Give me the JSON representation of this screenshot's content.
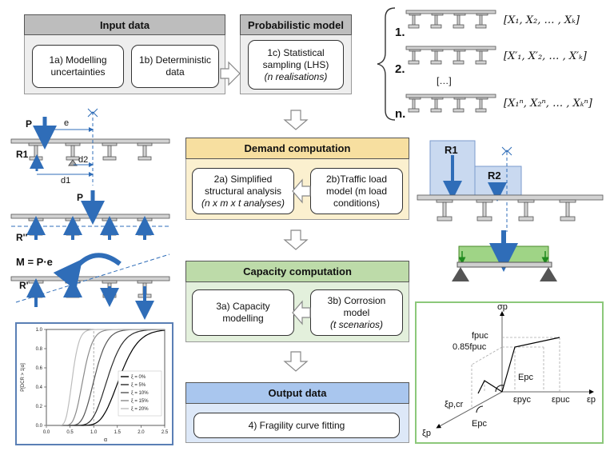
{
  "input": {
    "header": "Input data",
    "box_a": "1a) Modelling uncertainties",
    "box_b": "1b) Deterministic data"
  },
  "probabilistic": {
    "header": "Probabilistic model",
    "box_c_1": "1c) Statistical",
    "box_c_2": "sampling (LHS)",
    "box_c_3": "(n realisations)"
  },
  "realisations": {
    "row1_label": "1.",
    "row1_vector": "[X₁, X₂, … , Xₖ]",
    "row2_label": "2.",
    "row2_vector": "[X′₁, X′₂, … , X′ₖ]",
    "ellipsis": "[…]",
    "rown_label": "n.",
    "rown_vector": "[X₁ⁿ, X₂ⁿ, … , Xₖⁿ]"
  },
  "demand": {
    "header": "Demand computation",
    "box_2a_1": "2a) Simplified",
    "box_2a_2": "structural analysis",
    "box_2a_3": "(n x m x t analyses)",
    "box_2b_1": "2b)Traffic load",
    "box_2b_2": "model (m load",
    "box_2b_3": "conditions)"
  },
  "capacity": {
    "header": "Capacity computation",
    "box_3a": "3a) Capacity modelling",
    "box_3b_1": "3b) Corrosion",
    "box_3b_2": "model",
    "box_3b_3": "(t scenarios)"
  },
  "output": {
    "header": "Output data",
    "box_4": "4) Fragility curve fitting"
  },
  "left_diagram": {
    "P": "P",
    "e": "e",
    "R1": "R1",
    "d2": "d2",
    "d1": "d1",
    "P2": "P",
    "R2dd": "R''",
    "moment": "M = P·e",
    "Rprime": "R'"
  },
  "right_diagram": {
    "R1": "R1",
    "R2": "R2"
  },
  "material_diagram": {
    "sigma_p": "σp",
    "f_puc": "fpuc",
    "f_085": "0.85fpuc",
    "E_pc_top": "Epc",
    "eps_pyc": "εpyc",
    "eps_puc": "εpuc",
    "eps_p": "εp",
    "xi_pcr": "ξp,cr",
    "E_pc_bottom": "Epc",
    "xi_p": "ξp"
  },
  "chart_data": {
    "type": "line",
    "title": "",
    "xlabel": "α",
    "ylabel": "P[DCR > 1|α]",
    "xlim": [
      0,
      2.5
    ],
    "ylim": [
      0,
      1.0
    ],
    "xticks": [
      "0.0",
      "0.5",
      "1.0",
      "1.5",
      "2.0",
      "2.5"
    ],
    "yticks": [
      "0.0",
      "0.2",
      "0.4",
      "0.6",
      "0.8",
      "1.0"
    ],
    "grid": false,
    "legend_position": "center-right",
    "marker_x": 1.0,
    "series": [
      {
        "name": "ξ = 0%",
        "color": "#000000",
        "median": 1.55,
        "beta": 0.2
      },
      {
        "name": "ξ = 5%",
        "color": "#2b2b2b",
        "median": 1.3,
        "beta": 0.2
      },
      {
        "name": "ξ = 10%",
        "color": "#555555",
        "median": 1.02,
        "beta": 0.2
      },
      {
        "name": "ξ = 15%",
        "color": "#8a8a8a",
        "median": 0.78,
        "beta": 0.2
      },
      {
        "name": "ξ = 20%",
        "color": "#bdbdbd",
        "median": 0.55,
        "beta": 0.2
      }
    ]
  },
  "colors": {
    "demand_fill": "#fbf0cf",
    "demand_header": "#f7dfa0",
    "capacity_fill": "#e3f0dc",
    "capacity_header": "#bddba9",
    "output_fill": "#dde8f8",
    "output_header": "#a9c6ee",
    "reaction_blue": "#2f6db8"
  }
}
